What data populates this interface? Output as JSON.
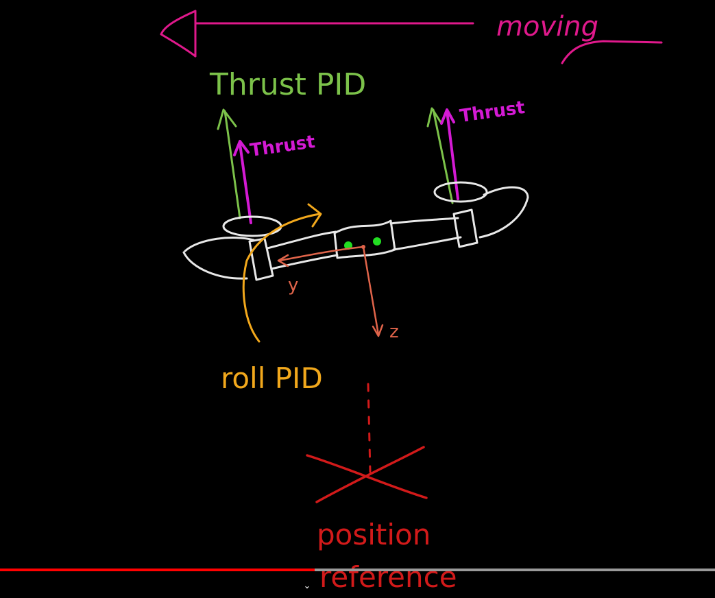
{
  "diagram": {
    "moving_label": "moving",
    "thrust_pid_label": "Thrust PID",
    "thrust_left_label": "Thrust",
    "thrust_right_label": "Thrust",
    "roll_pid_label": "roll PID",
    "axis_y_label": "y",
    "axis_z_label": "z",
    "position_reference_line1": "position",
    "position_reference_line2": "reference"
  },
  "player": {
    "progress": 0.44,
    "expand_icon": "chevron-down-icon"
  },
  "colors": {
    "background": "#000000",
    "moving": "#e0198c",
    "thrust_pid": "#7cc24a",
    "thrust": "#d41ad4",
    "roll_pid": "#f2a81c",
    "axes": "#e0644a",
    "position_reference": "#d21a1a",
    "drone": "#e8e8e8",
    "lights": "#22dd22",
    "progress_played": "#ff0000",
    "progress_track": "#9a9a9a"
  }
}
